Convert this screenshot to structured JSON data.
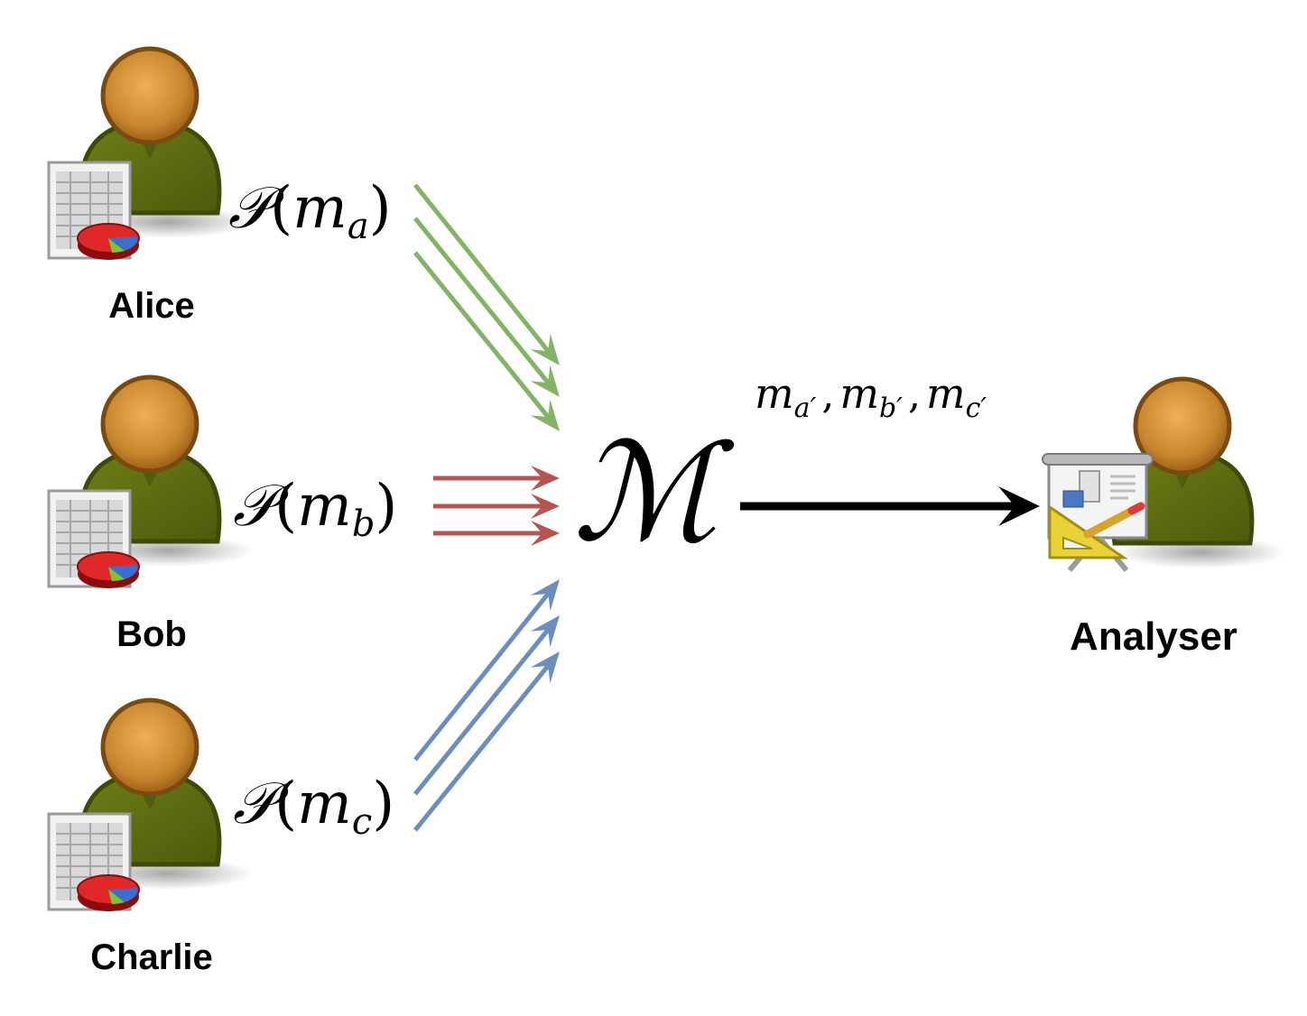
{
  "participants": [
    {
      "name": "Alice",
      "message": {
        "symbol": "𝒫",
        "open": "(",
        "var": "m",
        "sub": "a",
        "close": ")"
      }
    },
    {
      "name": "Bob",
      "message": {
        "symbol": "𝒫",
        "open": "(",
        "var": "m",
        "sub": "b",
        "close": ")"
      }
    },
    {
      "name": "Charlie",
      "message": {
        "symbol": "𝒫",
        "open": "(",
        "var": "m",
        "sub": "c",
        "close": ")"
      }
    }
  ],
  "mechanism": {
    "symbol": "ℳ"
  },
  "output": {
    "sep": ",",
    "terms": [
      {
        "var": "m",
        "sub": "a′"
      },
      {
        "var": "m",
        "sub": "b′"
      },
      {
        "var": "m",
        "sub": "c′"
      }
    ]
  },
  "analyser": {
    "name": "Analyser"
  },
  "colors": {
    "alice_arrows": "#82b366",
    "bob_arrows": "#b85450",
    "charlie_arrows": "#6c8ebf",
    "main_arrow": "#000000",
    "body_green": "#5b6b12",
    "body_green_dark": "#3f4a08",
    "head_brown": "#c8872e",
    "head_brown_dark": "#7a4a10"
  },
  "icons": {
    "person": "user-icon",
    "spreadsheet": "spreadsheet-chart-icon",
    "presentation": "presentation-board-icon"
  }
}
